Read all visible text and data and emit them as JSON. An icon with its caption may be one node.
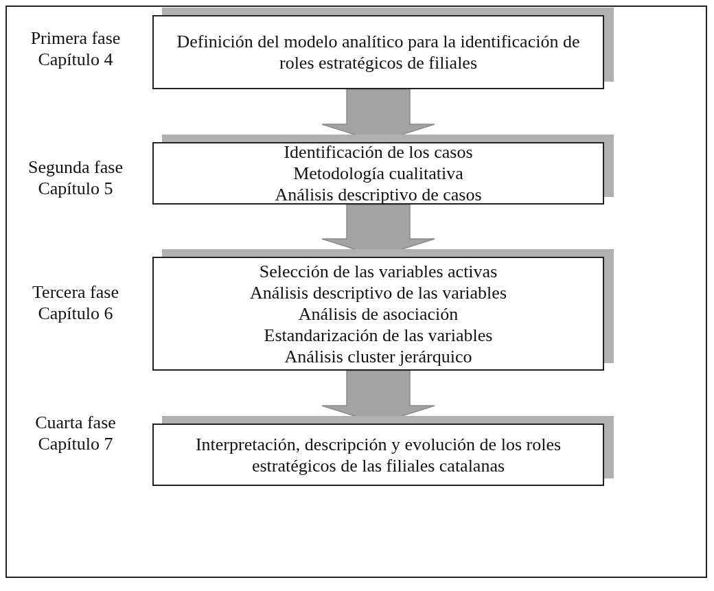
{
  "diagram": {
    "nodes": [
      {
        "text": [
          "Definición del modelo analítico para la identificación de roles estratégicos de filiales"
        ],
        "beside": [
          "Primera fase Capítulo 4"
        ]
      },
      {
        "text": [
          "Identificación de los casos",
          "Metodología cualitativa",
          "Análisis descriptivo de casos"
        ],
        "beside": [
          "Segunda fase Capítulo 5"
        ]
      },
      {
        "text": [
          "Selección de las variables activas",
          "Análisis descriptivo de las variables",
          "Análisis de asociación",
          "Estandarización de las variables",
          "Análisis cluster jerárquico"
        ],
        "beside": [
          "Tercera fase Capítulo 6"
        ]
      },
      {
        "text": [
          "Interpretación, descripción y evolución de los roles estratégicos de las filiales catalanas"
        ],
        "beside": [
          "Cuarta fase Capítulo 7"
        ]
      }
    ],
    "edges": [
      {
        "from": 0,
        "to": 1,
        "arrow": "to",
        "style": "thick"
      },
      {
        "from": 1,
        "to": 2,
        "arrow": "to",
        "style": "thick"
      },
      {
        "from": 2,
        "to": 3,
        "arrow": "to",
        "style": "thick"
      }
    ]
  }
}
